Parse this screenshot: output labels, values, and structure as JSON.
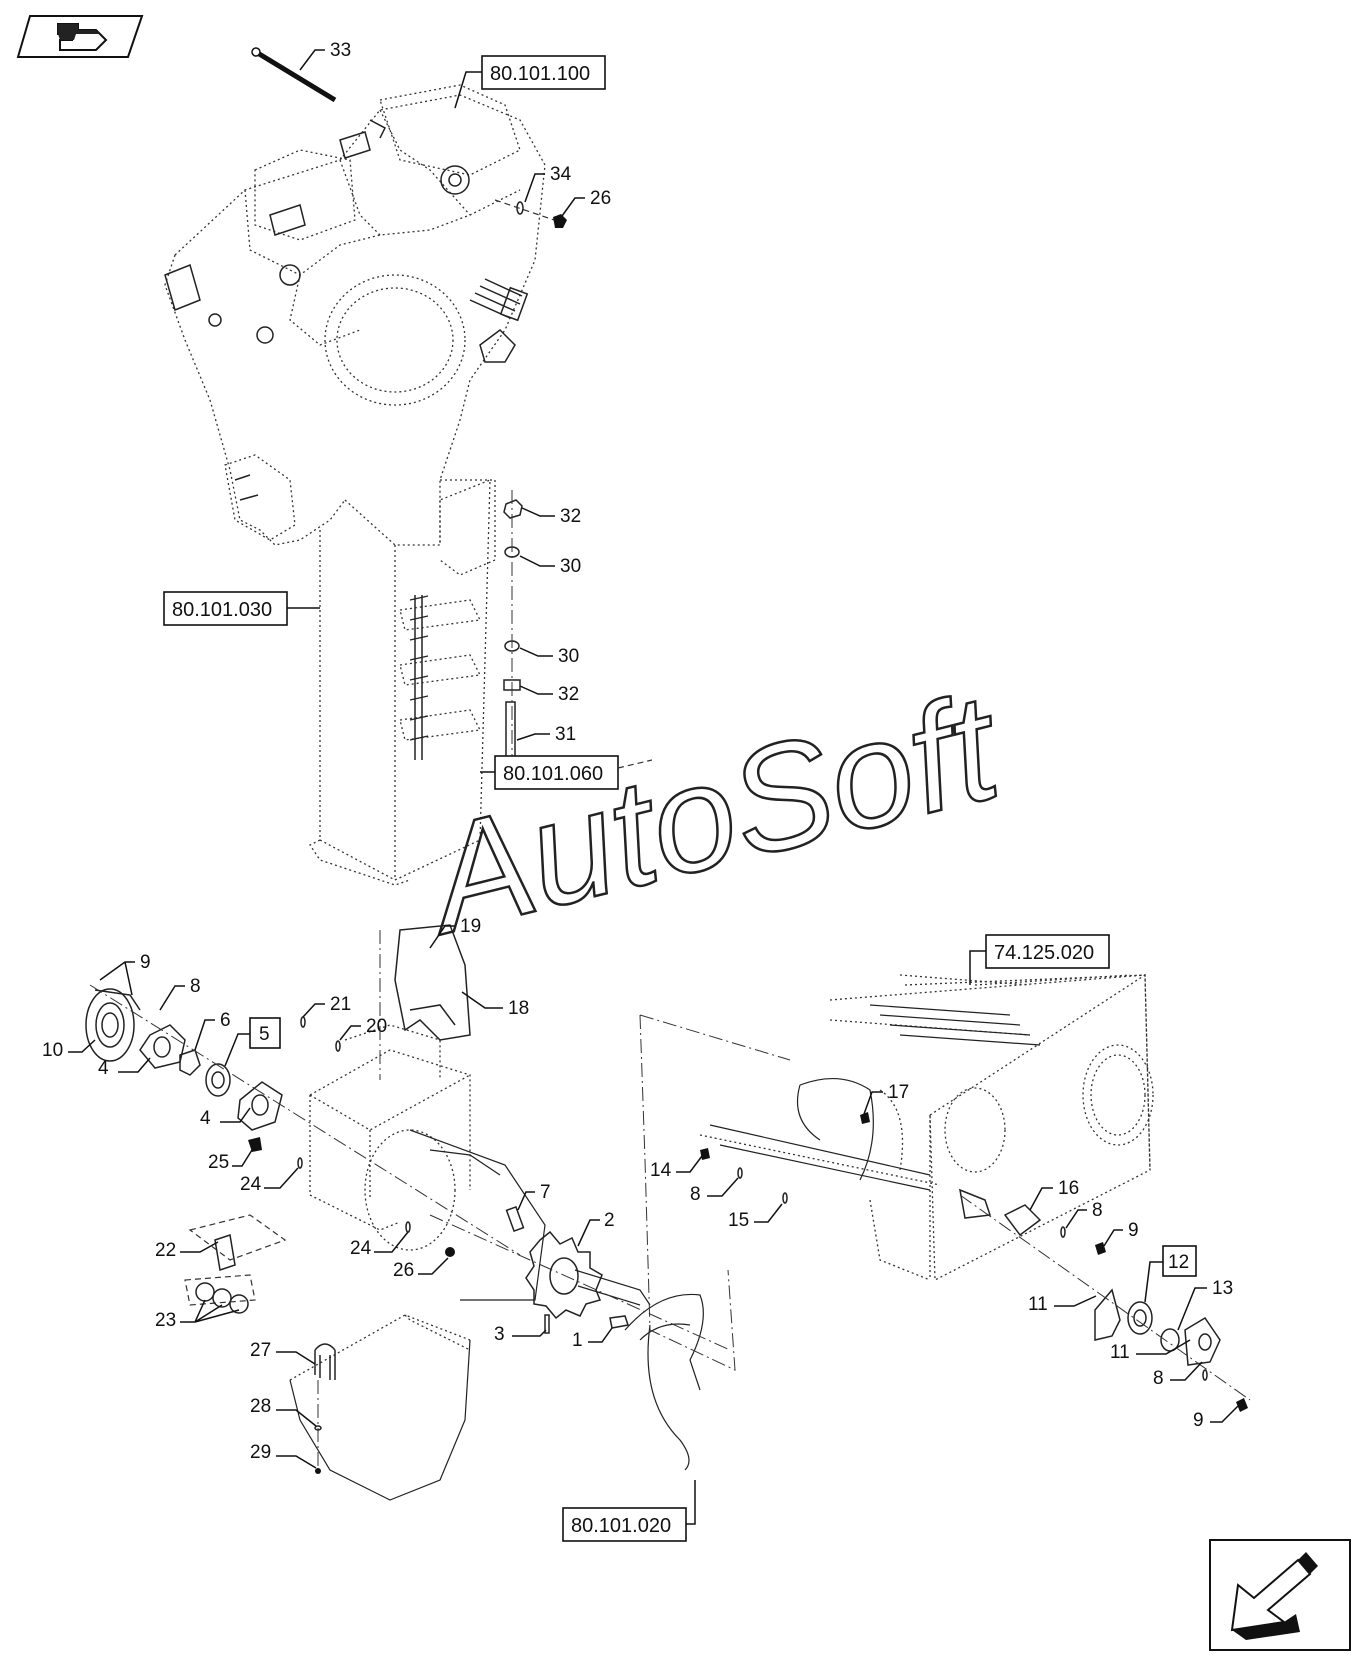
{
  "watermark": "AutoSoft",
  "reference_boxes": [
    {
      "id": "ref-80-101-100",
      "label": "80.101.100"
    },
    {
      "id": "ref-80-101-030",
      "label": "80.101.030"
    },
    {
      "id": "ref-80-101-060",
      "label": "80.101.060"
    },
    {
      "id": "ref-74-125-020",
      "label": "74.125.020"
    },
    {
      "id": "ref-80-101-020",
      "label": "80.101.020"
    }
  ],
  "boxed_part_numbers": [
    "5",
    "12"
  ],
  "part_labels": {
    "p33": "33",
    "p34": "34",
    "p26a": "26",
    "p32a": "32",
    "p30a": "30",
    "p30b": "30",
    "p32b": "32",
    "p31": "31",
    "p9a": "9",
    "p8a": "8",
    "p10": "10",
    "p4a": "4",
    "p6": "6",
    "p21": "21",
    "p20": "20",
    "p19": "19",
    "p18": "18",
    "p4b": "4",
    "p25": "25",
    "p24a": "24",
    "p22": "22",
    "p23": "23",
    "p24b": "24",
    "p26b": "26",
    "p7": "7",
    "p2": "2",
    "p3": "3",
    "p1": "1",
    "p27": "27",
    "p28": "28",
    "p29": "29",
    "p17": "17",
    "p14": "14",
    "p8b": "8",
    "p15": "15",
    "p16": "16",
    "p8c": "8",
    "p9b": "9",
    "p11a": "11",
    "p13": "13",
    "p11b": "11",
    "p8d": "8",
    "p9c": "9"
  },
  "icons": {
    "top_left": "previous-page-arrow-icon",
    "bottom_right": "next-page-arrow-icon"
  }
}
